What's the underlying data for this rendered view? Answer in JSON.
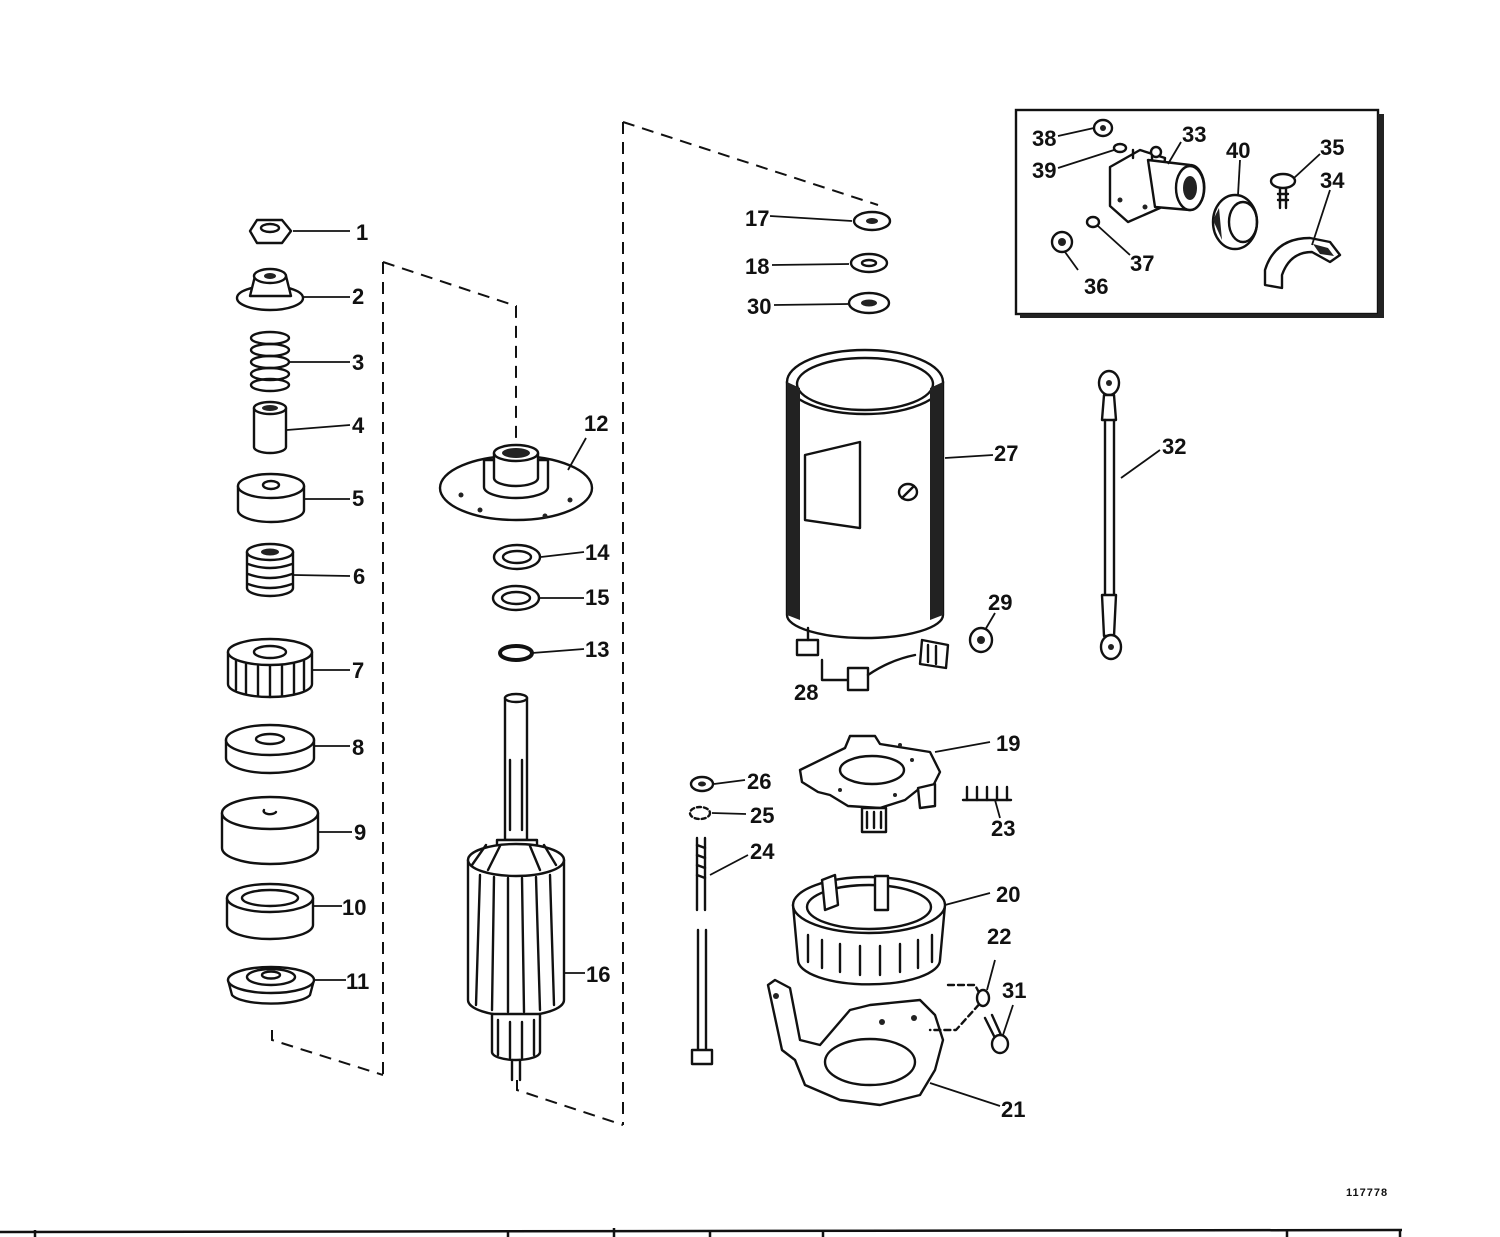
{
  "figure_number": "117778",
  "callouts": {
    "c1": "1",
    "c2": "2",
    "c3": "3",
    "c4": "4",
    "c5": "5",
    "c6": "6",
    "c7": "7",
    "c8": "8",
    "c9": "9",
    "c10": "10",
    "c11": "11",
    "c12": "12",
    "c13": "13",
    "c14": "14",
    "c15": "15",
    "c16": "16",
    "c17": "17",
    "c18": "18",
    "c19": "19",
    "c20": "20",
    "c21": "21",
    "c22": "22",
    "c23": "23",
    "c24": "24",
    "c25": "25",
    "c26": "26",
    "c27": "27",
    "c28": "28",
    "c29": "29",
    "c30": "30",
    "c31": "31",
    "c32": "32",
    "c33": "33",
    "c34": "34",
    "c35": "35",
    "c36": "36",
    "c37": "37",
    "c38": "38",
    "c39": "39",
    "c40": "40"
  }
}
